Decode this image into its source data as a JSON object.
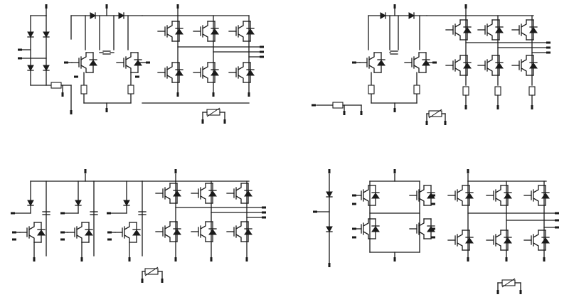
{
  "diagram": {
    "circuits": [
      {
        "name": "circuit-top-left"
      },
      {
        "name": "circuit-top-right"
      },
      {
        "name": "circuit-bottom-left"
      },
      {
        "name": "circuit-bottom-right"
      }
    ]
  },
  "colors": {
    "line": "#1a1a1a",
    "background": "#ffffff"
  }
}
